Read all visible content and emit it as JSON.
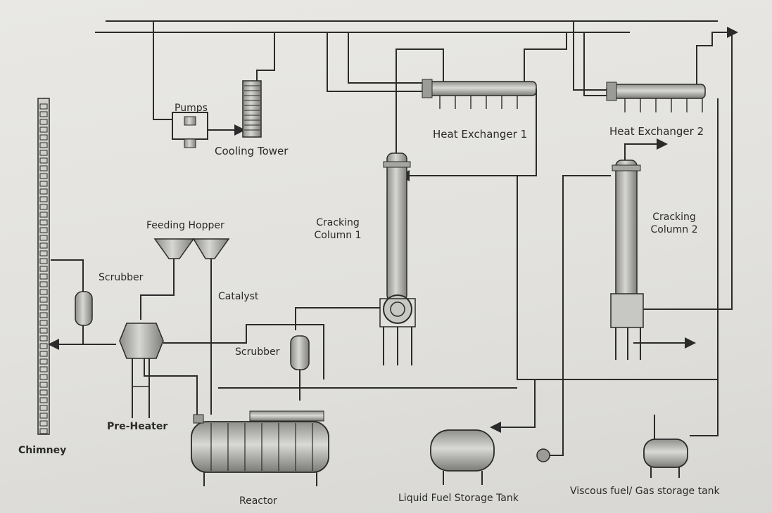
{
  "labels": {
    "chimney": "Chimney",
    "pumps": "Pumps",
    "cooling_tower": "Cooling Tower",
    "heat_exchanger_1": "Heat Exchanger 1",
    "heat_exchanger_2": "Heat Exchanger 2",
    "cracking_column_1": [
      "Cracking",
      "Column 1"
    ],
    "cracking_column_2": [
      "Cracking",
      "Column 2"
    ],
    "feeding_hopper": "Feeding Hopper",
    "scrubber_left": "Scrubber",
    "catalyst": "Catalyst",
    "scrubber_mid": "Scrubber",
    "pre_heater": "Pre-Heater",
    "reactor": "Reactor",
    "liquid_fuel_tank": "Liquid Fuel Storage Tank",
    "viscous_fuel_tank": "Viscous fuel/ Gas storage tank"
  },
  "colors": {
    "pipe": "#2b2b2b",
    "vessel_fill": "#b9b9b6",
    "background": "#e6e5e1"
  }
}
